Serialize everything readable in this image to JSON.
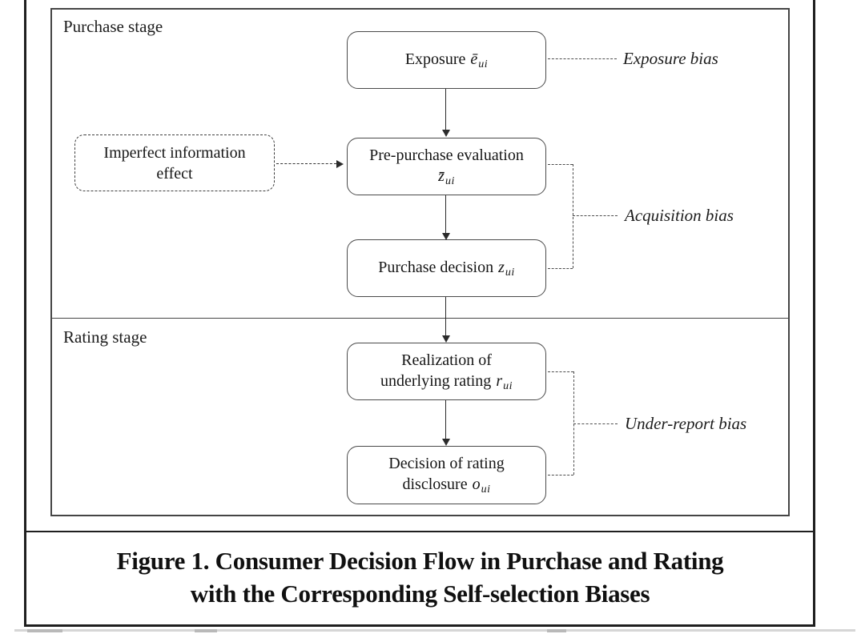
{
  "figure": {
    "stages": {
      "purchase": "Purchase stage",
      "rating": "Rating stage"
    },
    "nodes": {
      "exposure": {
        "text": "Exposure",
        "symbol": "ē",
        "subscript": "ui"
      },
      "imperfect_information": {
        "line1": "Imperfect information",
        "line2": "effect"
      },
      "prepurchase": {
        "line1": "Pre-purchase evaluation",
        "symbol": "z̄",
        "subscript": "ui"
      },
      "purchase_decision": {
        "text": "Purchase decision",
        "symbol": "z",
        "subscript": "ui"
      },
      "realization": {
        "line1": "Realization of",
        "line2": "underlying rating",
        "symbol": "r",
        "subscript": "ui"
      },
      "disclosure": {
        "line1": "Decision of rating",
        "line2": "disclosure",
        "symbol": "o",
        "subscript": "ui"
      }
    },
    "biases": {
      "exposure": "Exposure bias",
      "acquisition": "Acquisition bias",
      "under_report": "Under-report bias"
    },
    "caption": {
      "line1": "Figure 1. Consumer Decision Flow in Purchase and Rating",
      "line2": "with the Corresponding Self-selection Biases"
    },
    "colors": {
      "ink": "#1a1a1a",
      "frame": "#1f1f1f",
      "panel_border": "#454545",
      "background": "#ffffff"
    }
  }
}
